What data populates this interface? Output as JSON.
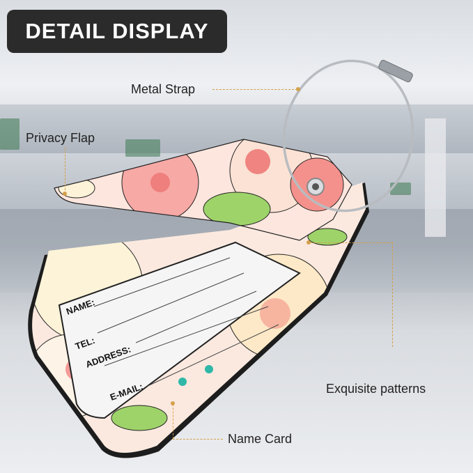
{
  "header": {
    "title": "DETAIL DISPLAY"
  },
  "callouts": {
    "metal_strap": "Metal Strap",
    "privacy_flap": "Privacy Flap",
    "exquisite_patterns": "Exquisite patterns",
    "name_card": "Name Card"
  },
  "name_card": {
    "fields": [
      "NAME:",
      "TEL:",
      "ADDRESS:",
      "E-MAIL:"
    ]
  },
  "colors": {
    "accent": "#d4a04a",
    "badge_bg": "#2b2b2b",
    "tag_base": "#fbe9df",
    "petal_pink": "#f49a98",
    "leaf_green": "#9ed36a"
  },
  "icons": {
    "flower": "flower-icon",
    "ring": "key-ring-icon"
  }
}
